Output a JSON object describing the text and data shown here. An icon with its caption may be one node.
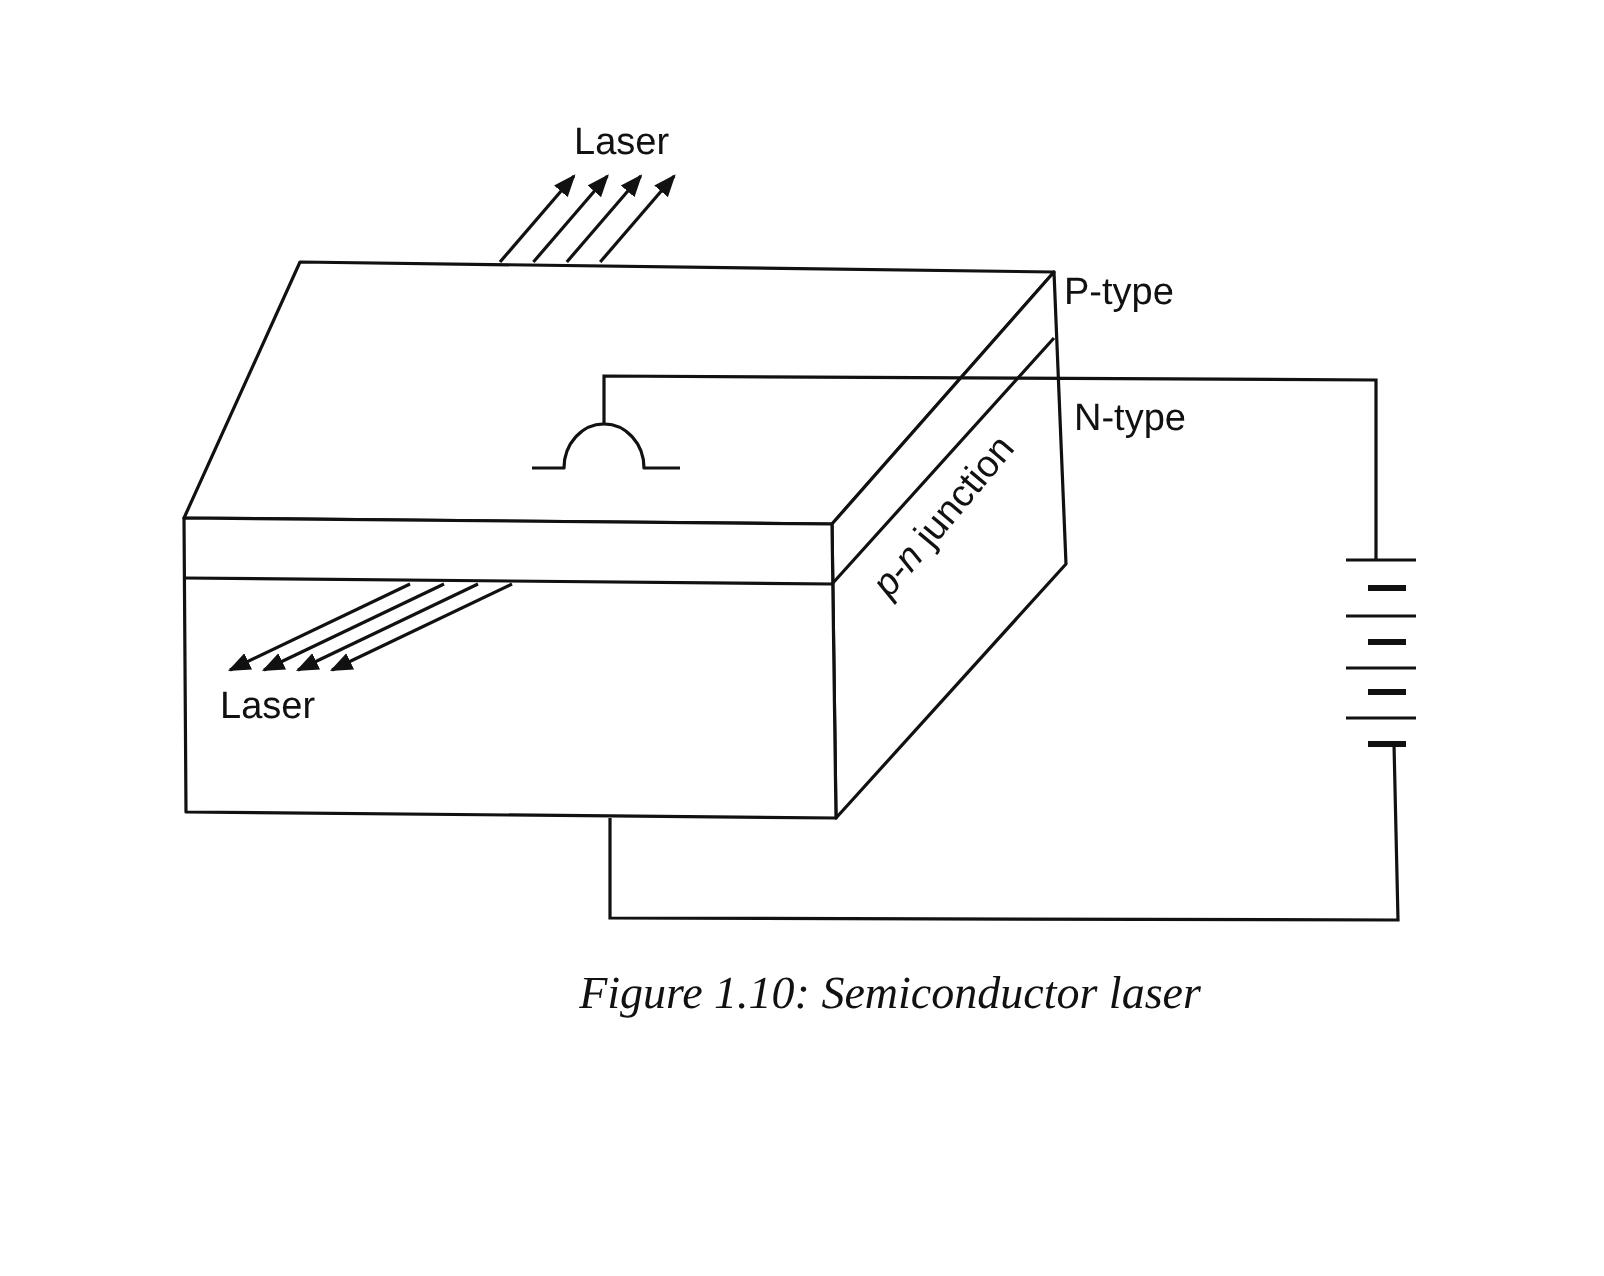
{
  "diagram": {
    "caption": "Figure 1.10: Semiconductor laser",
    "nodes": [
      {
        "text": [],
        "shape": "box"
      },
      {
        "text": [],
        "shape": "semicircle",
        "in": 0
      },
      {
        "text": [],
        "shape": "battery"
      }
    ],
    "edges": [
      {
        "from": 1,
        "to": 2,
        "arrow": "none"
      },
      {
        "from": 2,
        "to": 0,
        "arrow": "none"
      }
    ],
    "labels": [
      "Laser",
      "P-type",
      "N-type",
      "*p*-*n* junction",
      "Laser"
    ]
  }
}
